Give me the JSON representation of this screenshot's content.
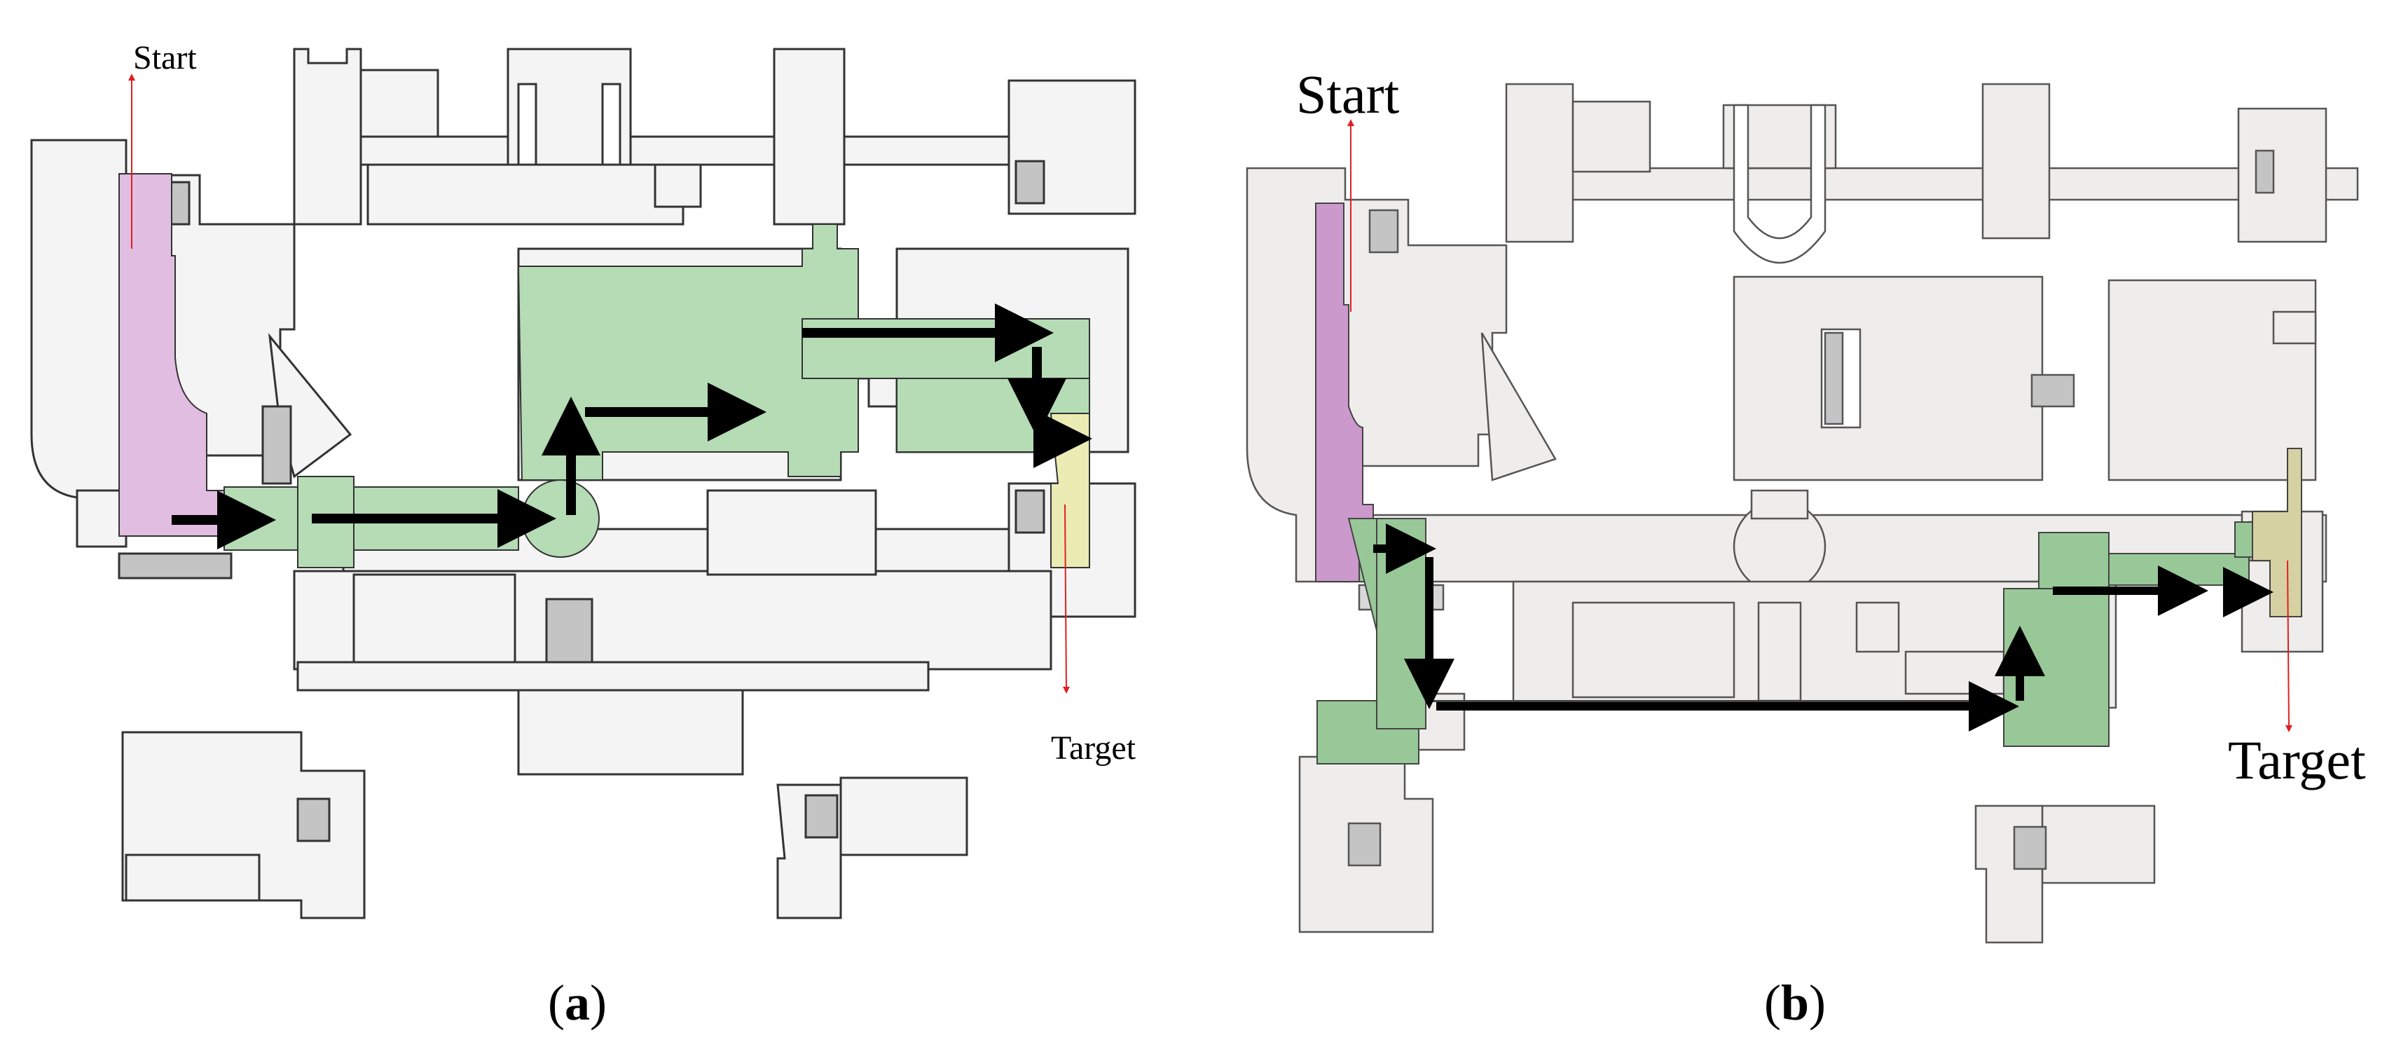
{
  "panels": [
    {
      "id": "a",
      "caption_letter": "a",
      "start_label": "Start",
      "target_label": "Target"
    },
    {
      "id": "b",
      "caption_letter": "b",
      "start_label": "Start",
      "target_label": "Target"
    }
  ],
  "colors": {
    "room_fill_a": "#f4f4f4",
    "room_fill_b": "#efedeb",
    "room_stroke": "#333333",
    "dark_room": "#c4c4c4",
    "start_zone_a": "#e2bde2",
    "start_zone_b": "#cc99cc",
    "path_zone_a": "#b5dcb5",
    "path_zone_b": "#98c898",
    "target_zone_a": "#ebebb4",
    "target_zone_b": "#d6d1a2",
    "arrow": "#000000",
    "pointer": "#e02020"
  }
}
